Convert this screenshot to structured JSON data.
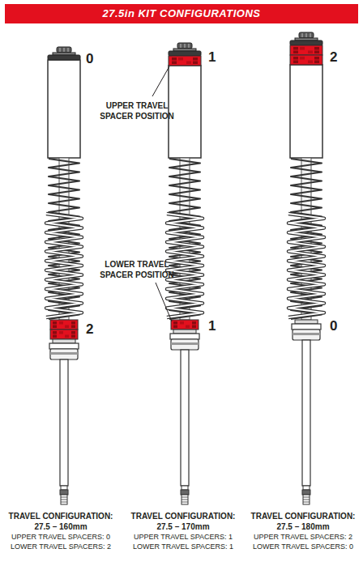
{
  "diagram": {
    "title": "27.5in KIT CONFIGURATIONS",
    "labels": [
      "0",
      "2",
      "1",
      "1",
      "2",
      "0",
      "UPPER TRAVEL SPACER POSITION",
      "LOWER TRAVEL SPACER POSITION",
      "TRAVEL CONFIGURATION:",
      "27.5 – 160mm",
      "UPPER TRAVEL SPACERS: 0",
      "LOWER TRAVEL SPACERS: 2",
      "TRAVEL CONFIGURATION:",
      "27.5 – 170mm",
      "UPPER TRAVEL SPACERS: 1",
      "LOWER TRAVEL SPACERS: 1",
      "TRAVEL CONFIGURATION:",
      "27.5 – 180mm",
      "UPPER TRAVEL SPACERS: 2",
      "LOWER TRAVEL SPACERS: 0"
    ]
  }
}
